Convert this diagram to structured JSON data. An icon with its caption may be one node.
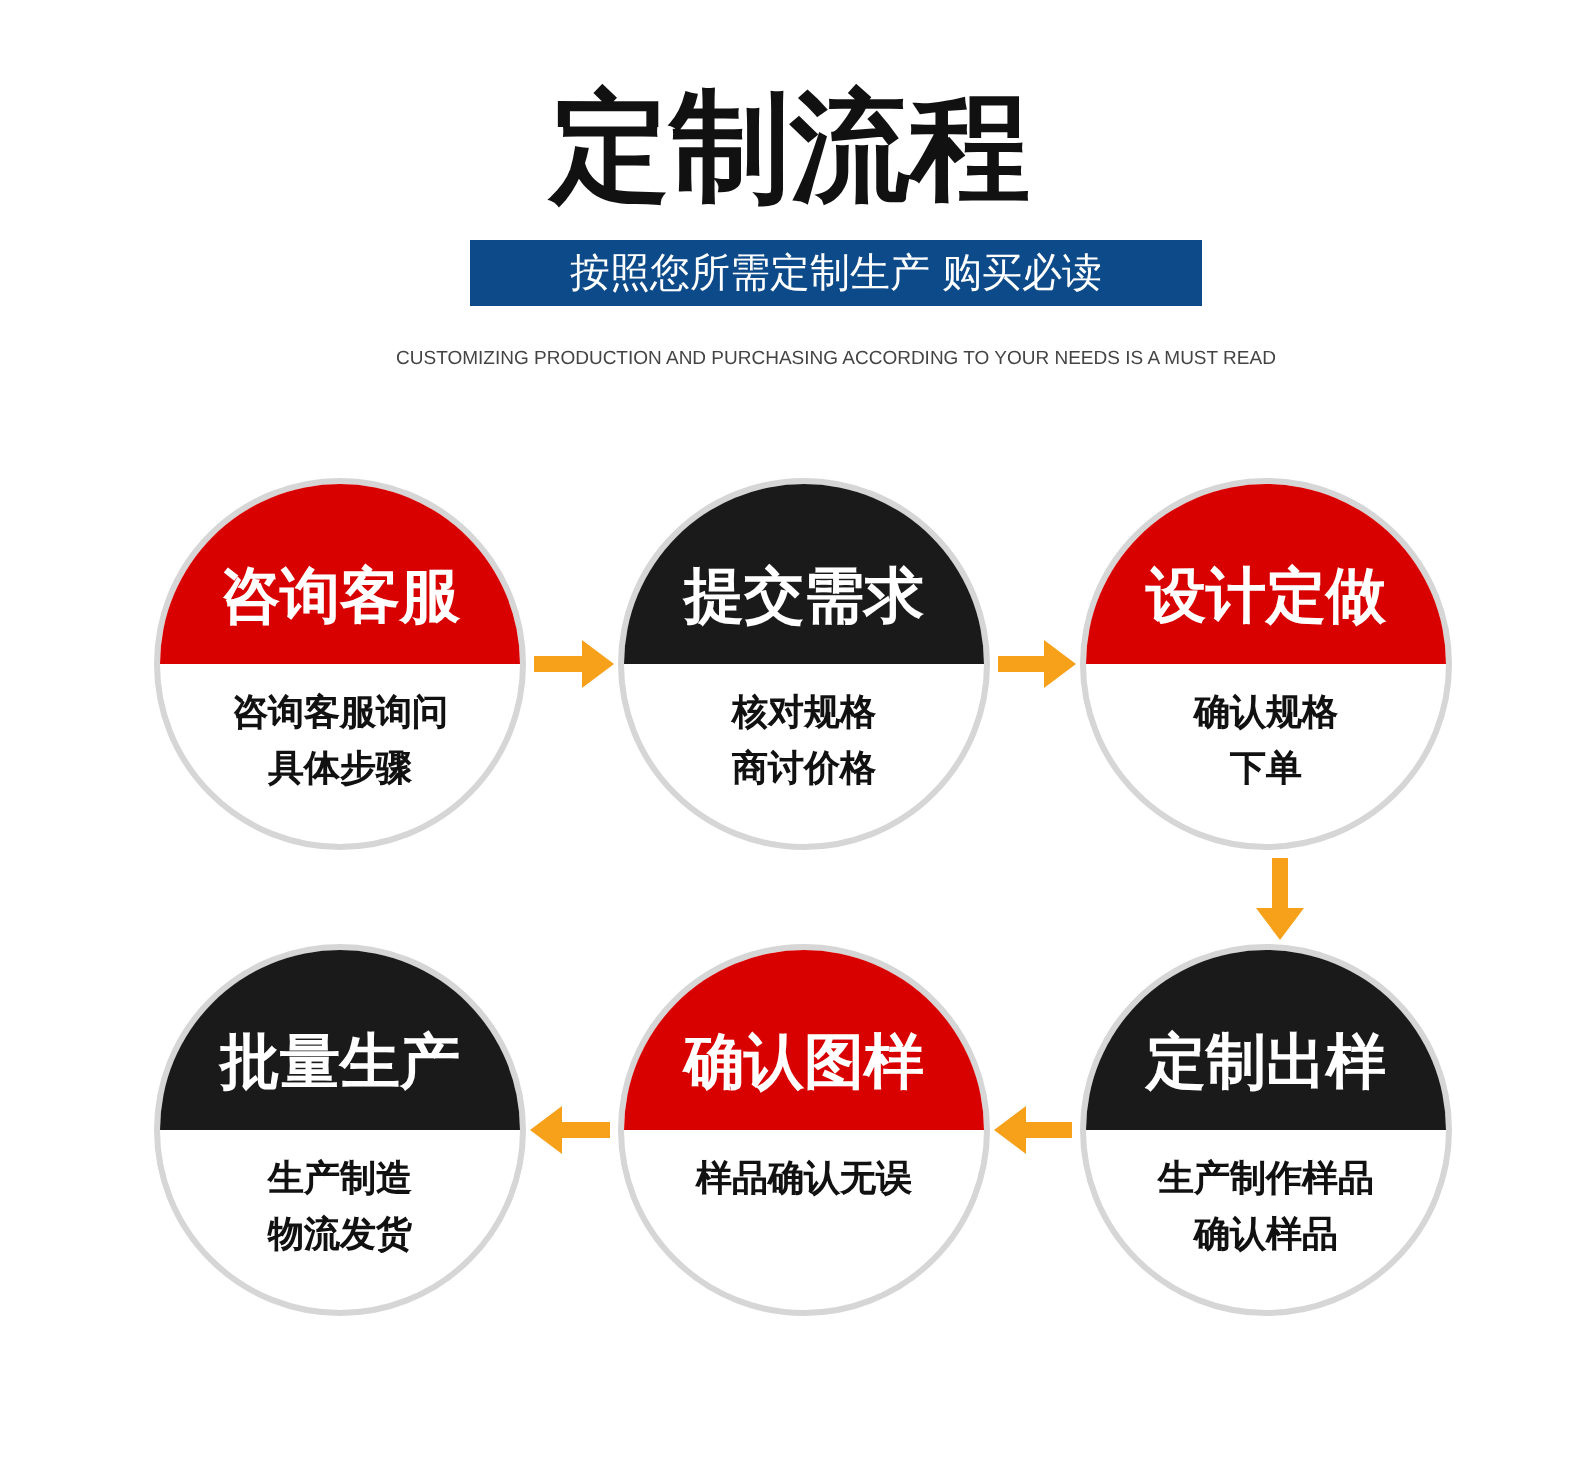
{
  "diagram": {
    "title": "定制流程",
    "nodes": [
      {
        "text": [
          "按照您所需定制生产 购买必读"
        ]
      },
      {
        "text": [
          "咨询客服",
          "咨询客服询问具体步骤"
        ]
      },
      {
        "text": [
          "提交需求",
          "核对规格商讨价格"
        ]
      },
      {
        "text": [
          "设计定做",
          "确认规格下单"
        ]
      },
      {
        "text": [
          "定制出样",
          "生产制作样品确认样品"
        ]
      },
      {
        "text": [
          "确认图样",
          "样品确认无误"
        ]
      },
      {
        "text": [
          "批量生产",
          "生产制造物流发货"
        ]
      }
    ],
    "edges": [
      {
        "from": 1,
        "to": 2,
        "arrow": "to"
      },
      {
        "from": 2,
        "to": 3,
        "arrow": "to"
      },
      {
        "from": 3,
        "to": 4,
        "arrow": "to"
      },
      {
        "from": 4,
        "to": 5,
        "arrow": "to"
      },
      {
        "from": 5,
        "to": 6,
        "arrow": "to"
      }
    ],
    "labels": [
      "CUSTOMIZING PRODUCTION AND PURCHASING ACCORDING TO YOUR NEEDS IS A MUST READ"
    ]
  }
}
